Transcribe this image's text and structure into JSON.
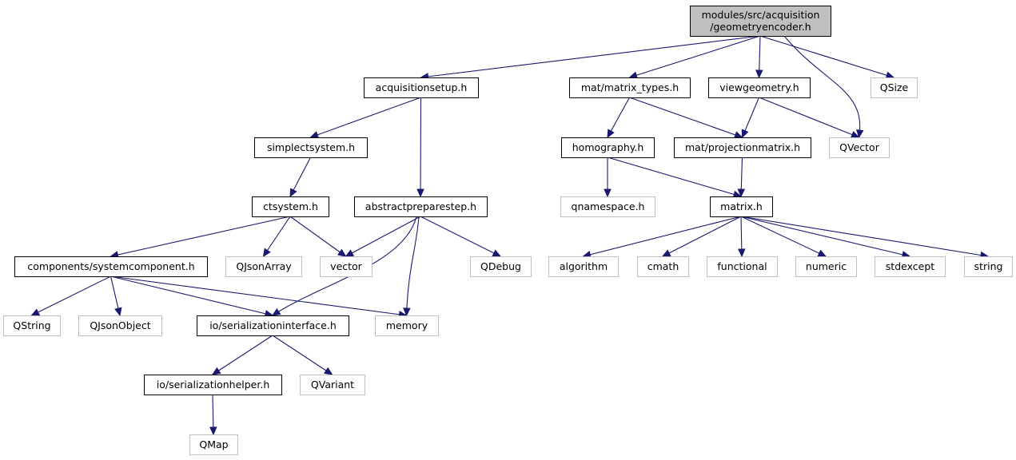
{
  "title": "modules/src/acquisition/geometryencoder.h",
  "colors": {
    "edge": "#191970",
    "root_fill": "#bfbfbf",
    "root_border": "#000000",
    "local_border": "#000000",
    "system_border": "#bfbfbf",
    "text": "#000000"
  },
  "nodes": [
    {
      "id": "root",
      "kind": "root",
      "lines": [
        "modules/src/acquisition",
        "/geometryencoder.h"
      ]
    },
    {
      "id": "acquisitionsetup",
      "kind": "local",
      "lines": [
        "acquisitionsetup.h"
      ]
    },
    {
      "id": "matrix_types",
      "kind": "local",
      "lines": [
        "mat/matrix_types.h"
      ]
    },
    {
      "id": "viewgeometry",
      "kind": "local",
      "lines": [
        "viewgeometry.h"
      ]
    },
    {
      "id": "qsize",
      "kind": "system",
      "lines": [
        "QSize"
      ]
    },
    {
      "id": "simplectsystem",
      "kind": "local",
      "lines": [
        "simplectsystem.h"
      ]
    },
    {
      "id": "homography",
      "kind": "local",
      "lines": [
        "homography.h"
      ]
    },
    {
      "id": "projectionmatrix",
      "kind": "local",
      "lines": [
        "mat/projectionmatrix.h"
      ]
    },
    {
      "id": "qvector",
      "kind": "system",
      "lines": [
        "QVector"
      ]
    },
    {
      "id": "ctsystem",
      "kind": "local",
      "lines": [
        "ctsystem.h"
      ]
    },
    {
      "id": "abstractpreparestep",
      "kind": "local",
      "lines": [
        "abstractpreparestep.h"
      ]
    },
    {
      "id": "qnamespace",
      "kind": "system",
      "lines": [
        "qnamespace.h"
      ]
    },
    {
      "id": "matrix",
      "kind": "local",
      "lines": [
        "matrix.h"
      ]
    },
    {
      "id": "systemcomponent",
      "kind": "local",
      "lines": [
        "components/systemcomponent.h"
      ]
    },
    {
      "id": "qjsonarray",
      "kind": "system",
      "lines": [
        "QJsonArray"
      ]
    },
    {
      "id": "vector",
      "kind": "system",
      "lines": [
        "vector"
      ]
    },
    {
      "id": "qdebug",
      "kind": "system",
      "lines": [
        "QDebug"
      ]
    },
    {
      "id": "algorithm",
      "kind": "system",
      "lines": [
        "algorithm"
      ]
    },
    {
      "id": "cmath",
      "kind": "system",
      "lines": [
        "cmath"
      ]
    },
    {
      "id": "functional",
      "kind": "system",
      "lines": [
        "functional"
      ]
    },
    {
      "id": "numeric",
      "kind": "system",
      "lines": [
        "numeric"
      ]
    },
    {
      "id": "stdexcept",
      "kind": "system",
      "lines": [
        "stdexcept"
      ]
    },
    {
      "id": "string",
      "kind": "system",
      "lines": [
        "string"
      ]
    },
    {
      "id": "qstring",
      "kind": "system",
      "lines": [
        "QString"
      ]
    },
    {
      "id": "qjsonobject",
      "kind": "system",
      "lines": [
        "QJsonObject"
      ]
    },
    {
      "id": "serializationinterface",
      "kind": "local",
      "lines": [
        "io/serializationinterface.h"
      ]
    },
    {
      "id": "memory",
      "kind": "system",
      "lines": [
        "memory"
      ]
    },
    {
      "id": "serializationhelper",
      "kind": "local",
      "lines": [
        "io/serializationhelper.h"
      ]
    },
    {
      "id": "qvariant",
      "kind": "system",
      "lines": [
        "QVariant"
      ]
    },
    {
      "id": "qmap",
      "kind": "system",
      "lines": [
        "QMap"
      ]
    }
  ],
  "edges": [
    {
      "from": "root",
      "to": "acquisitionsetup"
    },
    {
      "from": "root",
      "to": "matrix_types"
    },
    {
      "from": "root",
      "to": "viewgeometry"
    },
    {
      "from": "root",
      "to": "qvector"
    },
    {
      "from": "root",
      "to": "qsize"
    },
    {
      "from": "acquisitionsetup",
      "to": "simplectsystem"
    },
    {
      "from": "acquisitionsetup",
      "to": "abstractpreparestep"
    },
    {
      "from": "matrix_types",
      "to": "homography"
    },
    {
      "from": "matrix_types",
      "to": "projectionmatrix"
    },
    {
      "from": "viewgeometry",
      "to": "projectionmatrix"
    },
    {
      "from": "viewgeometry",
      "to": "qvector"
    },
    {
      "from": "simplectsystem",
      "to": "ctsystem"
    },
    {
      "from": "homography",
      "to": "qnamespace"
    },
    {
      "from": "homography",
      "to": "matrix"
    },
    {
      "from": "projectionmatrix",
      "to": "matrix"
    },
    {
      "from": "ctsystem",
      "to": "systemcomponent"
    },
    {
      "from": "ctsystem",
      "to": "qjsonarray"
    },
    {
      "from": "ctsystem",
      "to": "vector"
    },
    {
      "from": "abstractpreparestep",
      "to": "vector"
    },
    {
      "from": "abstractpreparestep",
      "to": "serializationinterface"
    },
    {
      "from": "abstractpreparestep",
      "to": "memory"
    },
    {
      "from": "abstractpreparestep",
      "to": "qdebug"
    },
    {
      "from": "matrix",
      "to": "algorithm"
    },
    {
      "from": "matrix",
      "to": "cmath"
    },
    {
      "from": "matrix",
      "to": "functional"
    },
    {
      "from": "matrix",
      "to": "numeric"
    },
    {
      "from": "matrix",
      "to": "stdexcept"
    },
    {
      "from": "matrix",
      "to": "string"
    },
    {
      "from": "systemcomponent",
      "to": "qstring"
    },
    {
      "from": "systemcomponent",
      "to": "qjsonobject"
    },
    {
      "from": "systemcomponent",
      "to": "serializationinterface"
    },
    {
      "from": "systemcomponent",
      "to": "memory"
    },
    {
      "from": "serializationinterface",
      "to": "serializationhelper"
    },
    {
      "from": "serializationinterface",
      "to": "qvariant"
    },
    {
      "from": "serializationhelper",
      "to": "qmap"
    }
  ]
}
